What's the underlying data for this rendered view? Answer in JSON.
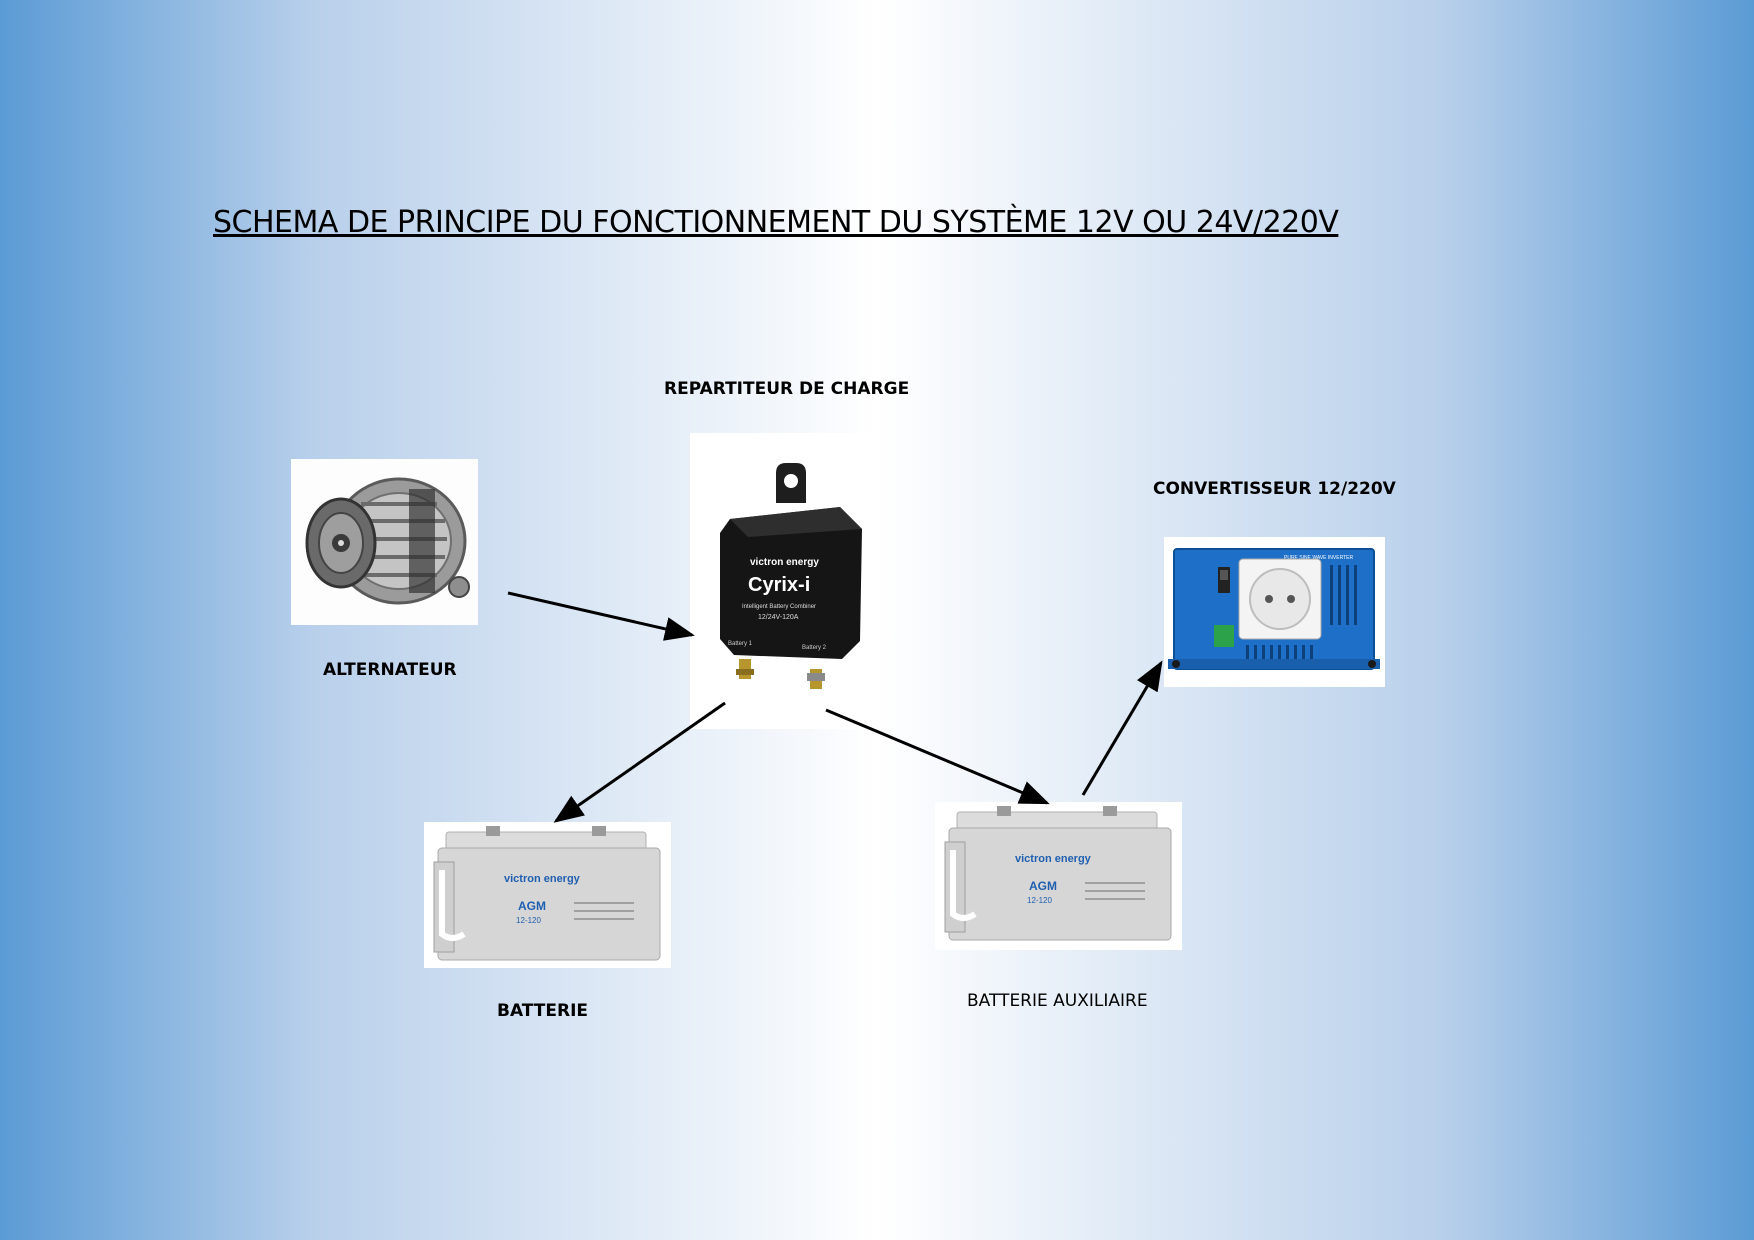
{
  "title": "SCHEMA DE PRINCIPE  DU FONCTIONNEMENT DU SYSTÈME 12V OU 24V/220V",
  "nodes": {
    "alternator": {
      "label": "ALTERNATEUR"
    },
    "charge_splitter": {
      "label": "REPARTITEUR DE CHARGE",
      "brand": "victron energy",
      "model": "Cyrix-i",
      "subtitle": "Intelligent Battery Combiner",
      "rating": "12/24V-120A",
      "terminal_1": "Battery 1",
      "terminal_2": "Battery 2"
    },
    "inverter": {
      "label": "CONVERTISSEUR  12/220V",
      "panel_text": "PURE SINE WAVE INVERTER"
    },
    "battery": {
      "label": "BATTERIE",
      "brand": "victron energy",
      "model": "AGM",
      "capacity": "12-120"
    },
    "aux_battery": {
      "label": "BATTERIE AUXILIAIRE",
      "brand": "victron energy",
      "model": "AGM",
      "capacity": "12-120"
    }
  },
  "connections": [
    {
      "from": "alternator",
      "to": "charge_splitter"
    },
    {
      "from": "charge_splitter",
      "to": "battery"
    },
    {
      "from": "charge_splitter",
      "to": "aux_battery"
    },
    {
      "from": "aux_battery",
      "to": "inverter"
    }
  ],
  "colors": {
    "background_edge": "#5b9bd5",
    "background_center": "#ffffff",
    "inverter_blue": "#1e6fc8",
    "arrow": "#000000"
  }
}
